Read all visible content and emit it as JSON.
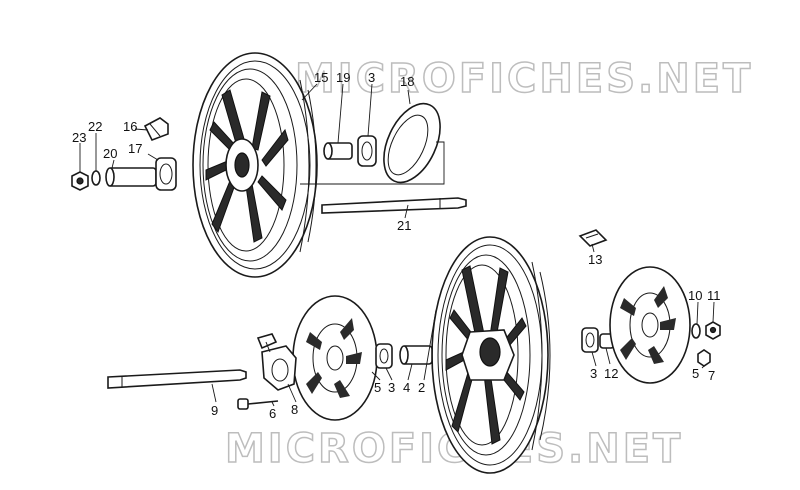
{
  "watermarks": {
    "top": "MICROFICHES.NET",
    "bottom": "MICROFICHES.NET"
  },
  "labels": [
    {
      "key": "l23",
      "text": "23"
    },
    {
      "key": "l22",
      "text": "22"
    },
    {
      "key": "l16",
      "text": "16"
    },
    {
      "key": "l20",
      "text": "20"
    },
    {
      "key": "l17",
      "text": "17"
    },
    {
      "key": "l15",
      "text": "15"
    },
    {
      "key": "l19",
      "text": "19"
    },
    {
      "key": "l3a",
      "text": "3"
    },
    {
      "key": "l18",
      "text": "18"
    },
    {
      "key": "l21",
      "text": "21"
    },
    {
      "key": "l13",
      "text": "13"
    },
    {
      "key": "l10",
      "text": "10"
    },
    {
      "key": "l11",
      "text": "11"
    },
    {
      "key": "l12",
      "text": "12"
    },
    {
      "key": "l3d",
      "text": "3"
    },
    {
      "key": "l5b",
      "text": "5"
    },
    {
      "key": "l7",
      "text": "7"
    },
    {
      "key": "l5a",
      "text": "5"
    },
    {
      "key": "l3b",
      "text": "3"
    },
    {
      "key": "l4",
      "text": "4"
    },
    {
      "key": "l2",
      "text": "2"
    },
    {
      "key": "l9",
      "text": "9"
    },
    {
      "key": "l6",
      "text": "6"
    },
    {
      "key": "l8",
      "text": "8"
    }
  ]
}
